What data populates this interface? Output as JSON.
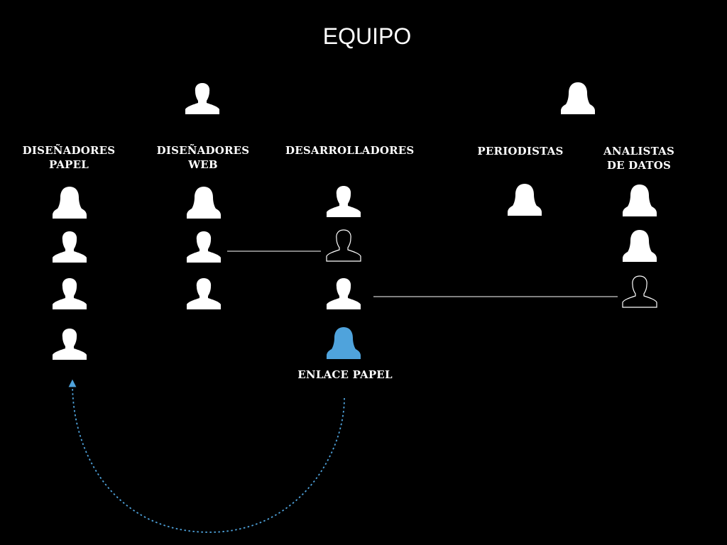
{
  "title": "EQUIPO",
  "colors": {
    "background": "#000000",
    "foreground": "#ffffff",
    "accent": "#4fa3dc"
  },
  "groups": {
    "disenadores_papel": {
      "line1": "DISEÑADORES",
      "line2": "PAPEL"
    },
    "disenadores_web": {
      "line1": "DISEÑADORES",
      "line2": "WEB"
    },
    "desarrolladores": {
      "line1": "DESARROLLADORES"
    },
    "periodistas": {
      "line1": "PERIODISTAS"
    },
    "analistas": {
      "line1": "ANALISTAS",
      "line2": "DE DATOS"
    }
  },
  "highlight_label": "ENLACE PAPEL",
  "people": {
    "leads": [
      "male",
      "female"
    ],
    "disenadores_papel": [
      "female",
      "male",
      "male",
      "male"
    ],
    "disenadores_web": [
      "female",
      "male",
      "male"
    ],
    "desarrolladores": [
      "male",
      "male-outline",
      "male",
      "female-accent"
    ],
    "periodistas": [
      "female"
    ],
    "analistas": [
      "female",
      "female",
      "male-outline"
    ]
  }
}
